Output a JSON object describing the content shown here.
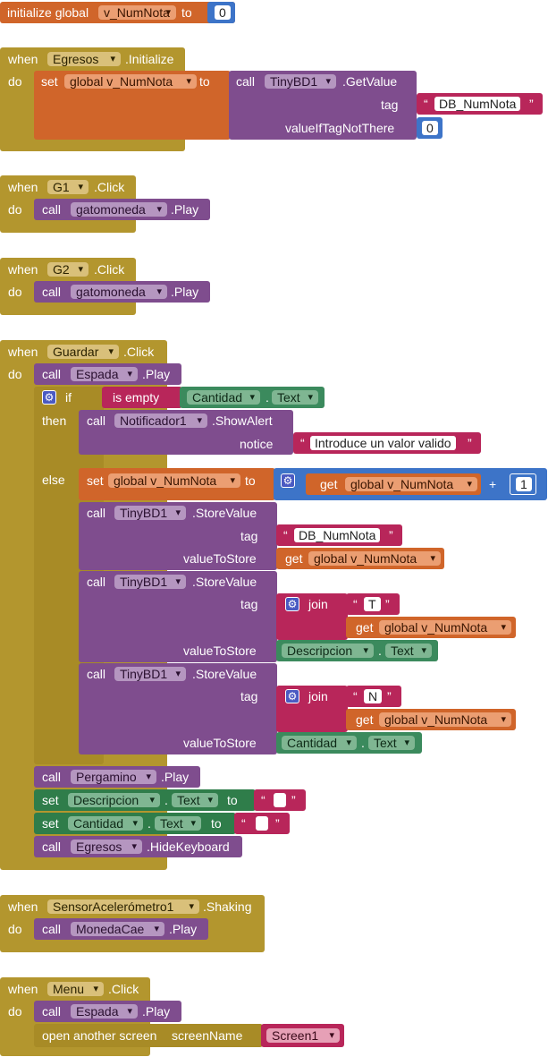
{
  "global_init": {
    "label": "initialize global",
    "var": "v_NumNota",
    "to": "to",
    "value": "0"
  },
  "b1": {
    "when": "when",
    "component": "Egresos",
    "event": ".Initialize",
    "do": "do",
    "set": "set",
    "var": "global v_NumNota",
    "to": "to",
    "call": "call",
    "db": "TinyBD1",
    "method": ".GetValue",
    "tag_label": "tag",
    "tag_value": "DB_NumNota",
    "notthere_label": "valueIfTagNotThere",
    "notthere_value": "0"
  },
  "b2": {
    "when": "when",
    "component": "G1",
    "event": ".Click",
    "do": "do",
    "call": "call",
    "sound": "gatomoneda",
    "method": ".Play"
  },
  "b3": {
    "when": "when",
    "component": "G2",
    "event": ".Click",
    "do": "do",
    "call": "call",
    "sound": "gatomoneda",
    "method": ".Play"
  },
  "b4": {
    "when": "when",
    "component": "Guardar",
    "event": ".Click",
    "do": "do",
    "call1": "call",
    "espada": "Espada",
    "play": ".Play",
    "if": "if",
    "is_empty": "is empty",
    "cantidad": "Cantidad",
    "dot": ".",
    "text": "Text",
    "then": "then",
    "call_n": "call",
    "notif": "Notificador1",
    "show_alert": ".ShowAlert",
    "notice": "notice",
    "notice_value": "Introduce un valor valido",
    "else": "else",
    "set": "set",
    "var": "global v_NumNota",
    "to": "to",
    "get": "get",
    "plus": "+",
    "one": "1",
    "call_s1": "call",
    "db": "TinyBD1",
    "store": ".StoreValue",
    "tag": "tag",
    "tag1": "DB_NumNota",
    "vts": "valueToStore",
    "get_var": "global v_NumNota",
    "join": "join",
    "t": "T",
    "descripcion": "Descripcion",
    "n": "N",
    "pergamino": "Pergamino",
    "set_text": "set",
    "egresos": "Egresos",
    "hide": ".HideKeyboard",
    "blank": ""
  },
  "b5": {
    "when": "when",
    "component": "SensorAcelerómetro1",
    "event": ".Shaking",
    "do": "do",
    "call": "call",
    "sound": "MonedaCae",
    "method": ".Play"
  },
  "b6": {
    "when": "when",
    "component": "Menu",
    "event": ".Click",
    "do": "do",
    "call": "call",
    "sound": "Espada",
    "method": ".Play",
    "open": "open another screen",
    "screen_label": "screenName",
    "screen": "Screen1"
  },
  "colors": {
    "event": "#b3962e",
    "variable": "#d0652a",
    "component": "#7f4d8e",
    "setter": "#2f7d4a",
    "text": "#b8265a",
    "math": "#3d74c8"
  }
}
